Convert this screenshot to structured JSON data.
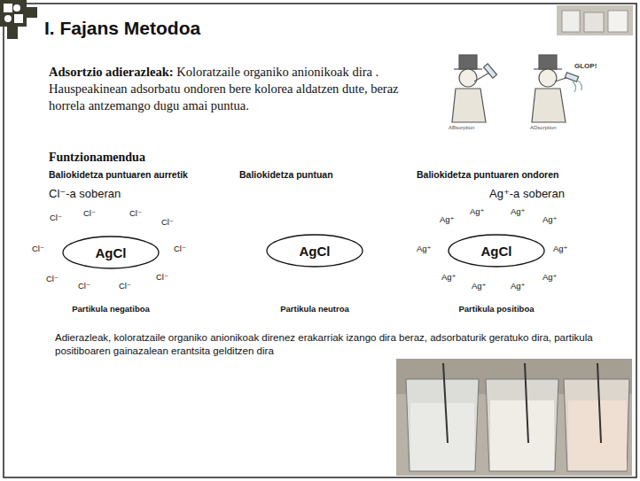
{
  "diagram": {
    "title": "I. Fajans Metodoa",
    "nodes": [
      {
        "text": [
          "AgCl"
        ]
      },
      {
        "text": [
          "AgCl"
        ]
      },
      {
        "text": [
          "AgCl"
        ]
      }
    ],
    "labels": [
      "Adsortzio adierazleak:",
      "Koloratzaile organiko anionikoak dira . Hauspeakinean adsorbatu ondoren bere kolorea aldatzen dute, beraz horrela antzemango dugu amai puntua.",
      "ABsorption",
      "ADsorption",
      "GLOP!",
      "Funtzionamendua",
      "Baliokidetza puntuaren aurretik",
      "Baliokidetza puntuan",
      "Baliokidetza puntuaren ondoren",
      "Cl⁻-a soberan",
      "Ag⁺-a soberan",
      "Cl⁻",
      "Cl⁻",
      "Cl⁻",
      "Cl⁻",
      "Cl⁻",
      "Cl⁻",
      "Cl⁻",
      "Cl⁻",
      "Cl⁻",
      "Cl⁻",
      "Ag⁺",
      "Ag⁺",
      "Ag⁺",
      "Ag⁺",
      "Ag⁺",
      "Ag⁺",
      "Ag⁺",
      "Ag⁺",
      "Ag⁺",
      "Ag⁺",
      "Partikula negatiboa",
      "Partikula neutroa",
      "Partikula positiboa",
      "Adierazleak, koloratzaile organiko anionikoak direnez erakarriak izango dira beraz, adsorbaturik geratuko dira, partikula positiboaren gainazalean erantsita gelditzen dira"
    ]
  }
}
